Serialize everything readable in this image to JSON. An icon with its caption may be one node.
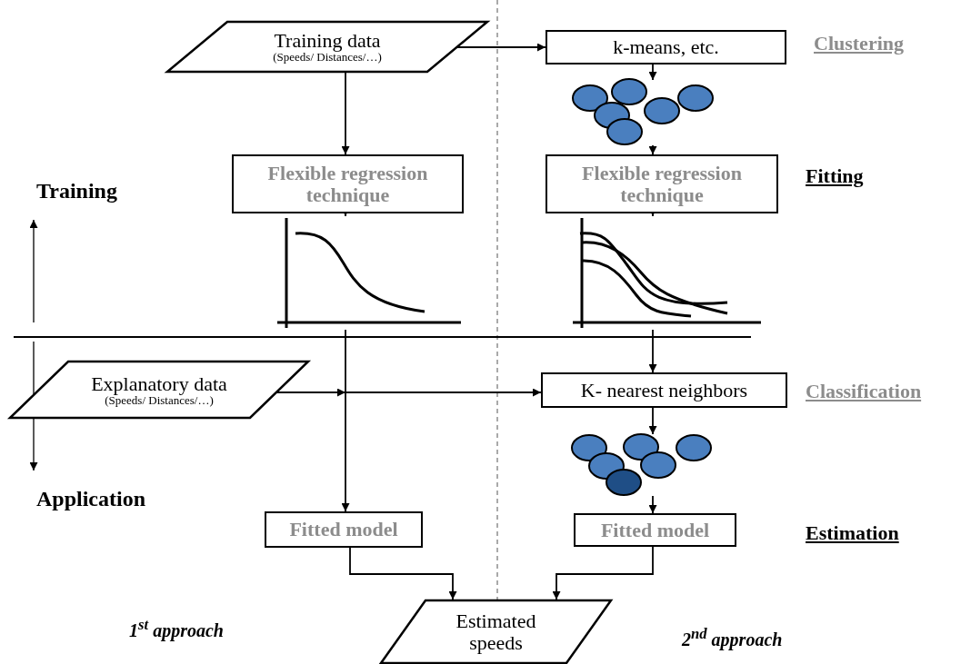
{
  "diagram": {
    "nodes": [
      {
        "text": [
          "Training data",
          "(Speeds/ Distances/…)"
        ]
      },
      {
        "text": [
          "k-means, etc."
        ]
      },
      {
        "text": [],
        "shape": "circle"
      },
      {
        "text": [
          "Flexible regression technique"
        ]
      },
      {
        "text": [
          "Flexible regression technique"
        ]
      },
      {
        "text": [],
        "shape": "picture"
      },
      {
        "text": [],
        "shape": "picture"
      },
      {
        "text": [
          "Explanatory data",
          "(Speeds/ Distances/…)"
        ]
      },
      {
        "text": [
          "K- nearest neighbors"
        ]
      },
      {
        "text": [],
        "shape": "circle"
      },
      {
        "text": [
          "Fitted model"
        ]
      },
      {
        "text": [
          "Fitted model"
        ]
      },
      {
        "text": [
          "Estimated speeds"
        ]
      }
    ],
    "edges": [
      {
        "from": 0,
        "to": 3,
        "arrow": "to"
      },
      {
        "from": 0,
        "to": 1,
        "arrow": "to"
      },
      {
        "from": 1,
        "to": 2,
        "arrow": "to"
      },
      {
        "from": 2,
        "to": 4,
        "arrow": "to"
      },
      {
        "from": 3,
        "to": 5,
        "arrow": "to"
      },
      {
        "from": 4,
        "to": 6,
        "arrow": "to"
      },
      {
        "from": 5,
        "to": 10,
        "arrow": "to"
      },
      {
        "from": 6,
        "to": 8,
        "arrow": "to"
      },
      {
        "from": 7,
        "to": 8,
        "arrow": "to"
      },
      {
        "from": 8,
        "to": 9,
        "arrow": "to"
      },
      {
        "from": 9,
        "to": 11,
        "arrow": "to"
      },
      {
        "from": 10,
        "to": 12,
        "arrow": "to"
      },
      {
        "from": 11,
        "to": 12,
        "arrow": "to"
      }
    ],
    "labels": [
      "Clustering",
      "Training",
      "Fitting",
      "Classification",
      "Application",
      "Estimation",
      "1$^{st}$ approach",
      "2$^{nd}$ approach"
    ]
  }
}
